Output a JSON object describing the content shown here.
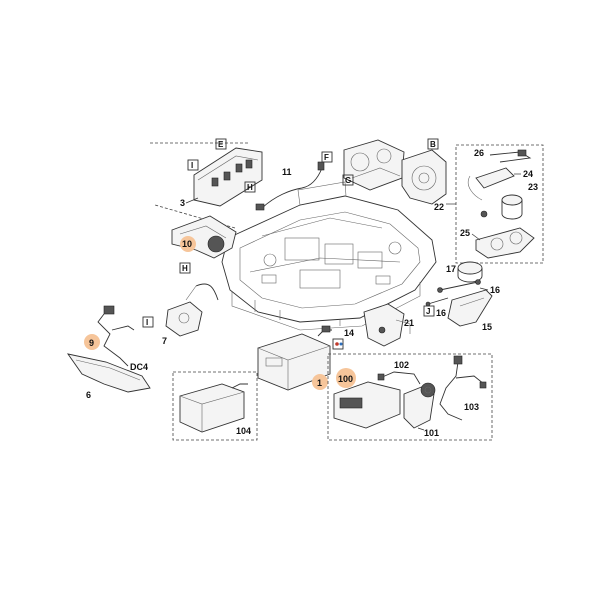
{
  "callouts": {
    "c1": "1",
    "c3": "3",
    "c6": "6",
    "c7": "7",
    "c9": "9",
    "c10": "10",
    "c11": "11",
    "c14": "14",
    "c15": "15",
    "c16a": "16",
    "c16b": "16",
    "c17": "17",
    "c21": "21",
    "c22": "22",
    "c23": "23",
    "c24": "24",
    "c25": "25",
    "c26": "26",
    "c100": "100",
    "c101": "101",
    "c102": "102",
    "c103": "103",
    "c104": "104",
    "dc4": "DC4"
  },
  "ref_boxes": {
    "E": "E",
    "B": "B",
    "I_top": "I",
    "F": "F",
    "G": "G",
    "H_top": "H",
    "H_mid": "H",
    "I_mid": "I",
    "J": "J"
  },
  "colors": {
    "highlight": "#f6c59a",
    "line": "#333333"
  }
}
